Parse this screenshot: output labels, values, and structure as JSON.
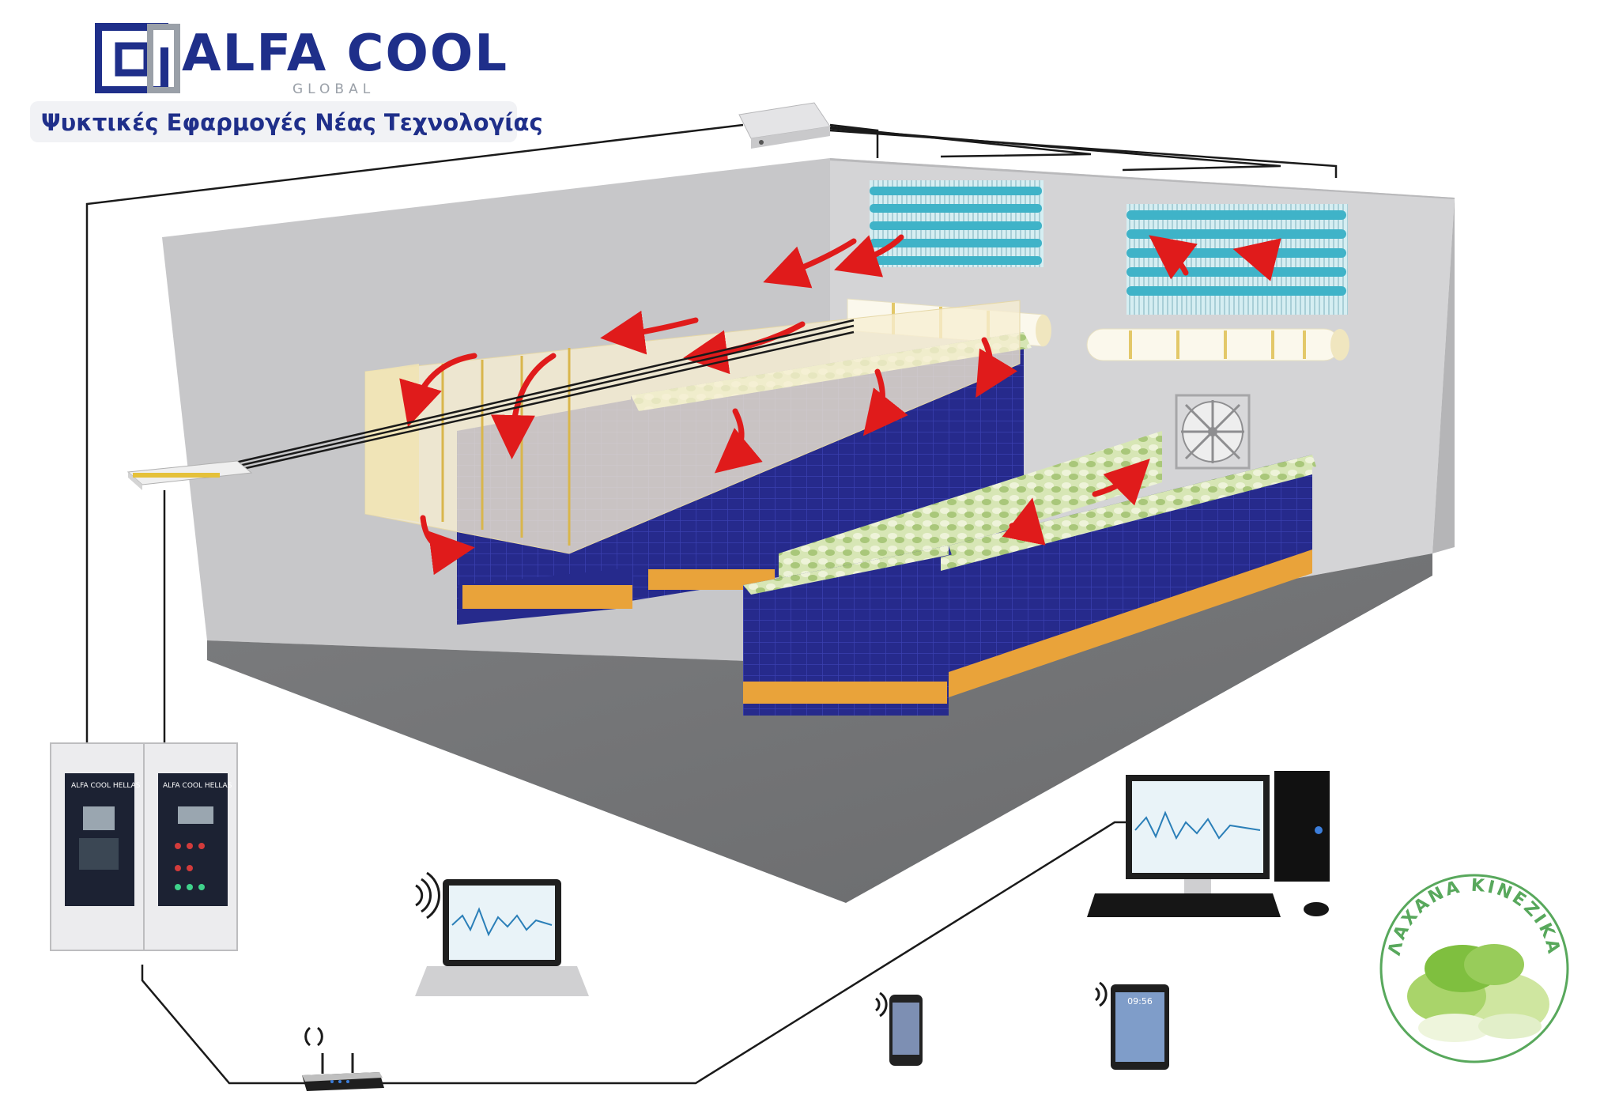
{
  "brand": {
    "name": "ALFA COOL",
    "sub": "GLOBAL",
    "tagline": "Ψυκτικές Εφαρμογές Νέας Τεχνολογίας"
  },
  "panels": {
    "left_label": "ALFA COOL HELLAS",
    "right_label": "ALFA COOL HELLAS"
  },
  "tablet": {
    "time": "09:56"
  },
  "product_badge": {
    "label": "ΛΑΧΑΝΑ ΚΙΝΕΖΙΚΑ"
  },
  "colors": {
    "brand_navy": "#1f2f8a",
    "airflow_red": "#e01b1b",
    "crate_blue": "#262a8c",
    "pallet_orange": "#e9a33a",
    "badge_green": "#58a85c",
    "evaporator_teal": "#3fb3c8"
  }
}
